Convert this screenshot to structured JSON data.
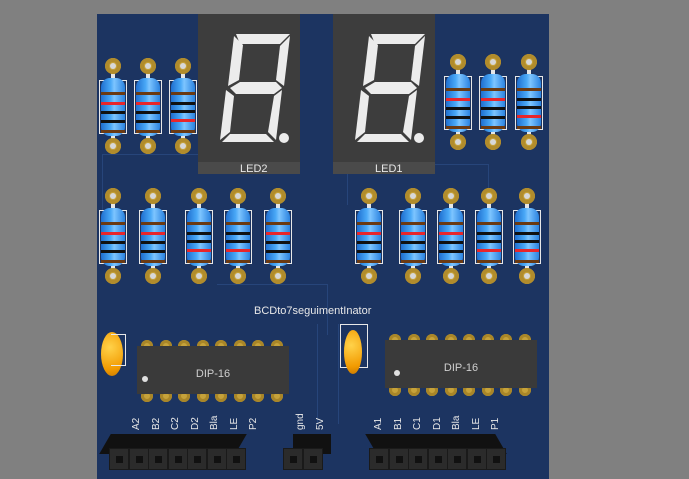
{
  "board": {
    "name": "BCDto7seguimentInator",
    "colors": {
      "pcb": "#1c3461",
      "background": "#808080",
      "pad": "#c6a23a",
      "resistor": "#3a94ee",
      "capacitor": "#f5a300"
    }
  },
  "displays": [
    {
      "label": "LED2"
    },
    {
      "label": "LED1"
    }
  ],
  "chips": [
    {
      "label": "DIP-16"
    },
    {
      "label": "DIP-16"
    }
  ],
  "headers": {
    "left": {
      "pins": [
        "A2",
        "B2",
        "C2",
        "D2",
        "Bla",
        "LE",
        "P2"
      ]
    },
    "power": {
      "pins": [
        "gnd",
        "5V"
      ]
    },
    "right": {
      "pins": [
        "A1",
        "B1",
        "C1",
        "D1",
        "Bla",
        "LE",
        "P1"
      ]
    }
  }
}
